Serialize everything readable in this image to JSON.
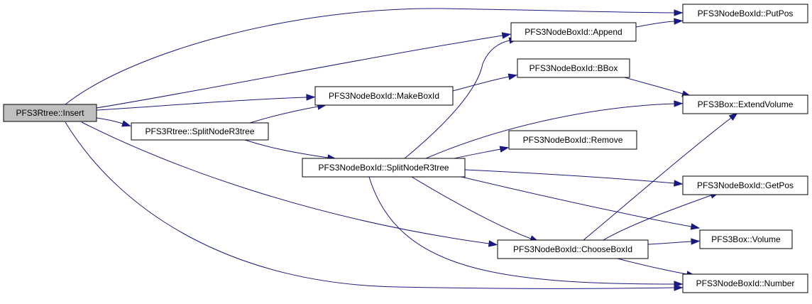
{
  "colors": {
    "edge": "#1a1a80",
    "root_fill": "#bfbfbf",
    "node_fill": "#ffffff",
    "border": "#000000"
  },
  "nodes": [
    {
      "id": "insert",
      "label": "PFS3Rtree::Insert",
      "root": true
    },
    {
      "id": "split_r3",
      "label": "PFS3Rtree::SplitNodeR3tree"
    },
    {
      "id": "makeboxid",
      "label": "PFS3NodeBoxId::MakeBoxId"
    },
    {
      "id": "split_node",
      "label": "PFS3NodeBoxId::SplitNodeR3tree"
    },
    {
      "id": "append",
      "label": "PFS3NodeBoxId::Append"
    },
    {
      "id": "putpos",
      "label": "PFS3NodeBoxId::PutPos"
    },
    {
      "id": "bbox",
      "label": "PFS3NodeBoxId::BBox"
    },
    {
      "id": "remove",
      "label": "PFS3NodeBoxId::Remove"
    },
    {
      "id": "choose",
      "label": "PFS3NodeBoxId::ChooseBoxId"
    },
    {
      "id": "extend",
      "label": "PFS3Box::ExtendVolume"
    },
    {
      "id": "getpos",
      "label": "PFS3NodeBoxId::GetPos"
    },
    {
      "id": "volume",
      "label": "PFS3Box::Volume"
    },
    {
      "id": "number",
      "label": "PFS3NodeBoxId::Number"
    }
  ],
  "edges": [
    {
      "from": "insert",
      "to": "putpos"
    },
    {
      "from": "insert",
      "to": "append"
    },
    {
      "from": "insert",
      "to": "makeboxid"
    },
    {
      "from": "insert",
      "to": "split_r3"
    },
    {
      "from": "insert",
      "to": "choose"
    },
    {
      "from": "insert",
      "to": "number"
    },
    {
      "from": "split_r3",
      "to": "makeboxid"
    },
    {
      "from": "split_r3",
      "to": "split_node"
    },
    {
      "from": "makeboxid",
      "to": "bbox"
    },
    {
      "from": "append",
      "to": "putpos"
    },
    {
      "from": "bbox",
      "to": "extend"
    },
    {
      "from": "split_node",
      "to": "append"
    },
    {
      "from": "split_node",
      "to": "extend"
    },
    {
      "from": "split_node",
      "to": "remove"
    },
    {
      "from": "split_node",
      "to": "getpos"
    },
    {
      "from": "split_node",
      "to": "volume"
    },
    {
      "from": "split_node",
      "to": "choose"
    },
    {
      "from": "split_node",
      "to": "number"
    },
    {
      "from": "choose",
      "to": "extend"
    },
    {
      "from": "choose",
      "to": "getpos"
    },
    {
      "from": "choose",
      "to": "volume"
    },
    {
      "from": "choose",
      "to": "number"
    }
  ]
}
